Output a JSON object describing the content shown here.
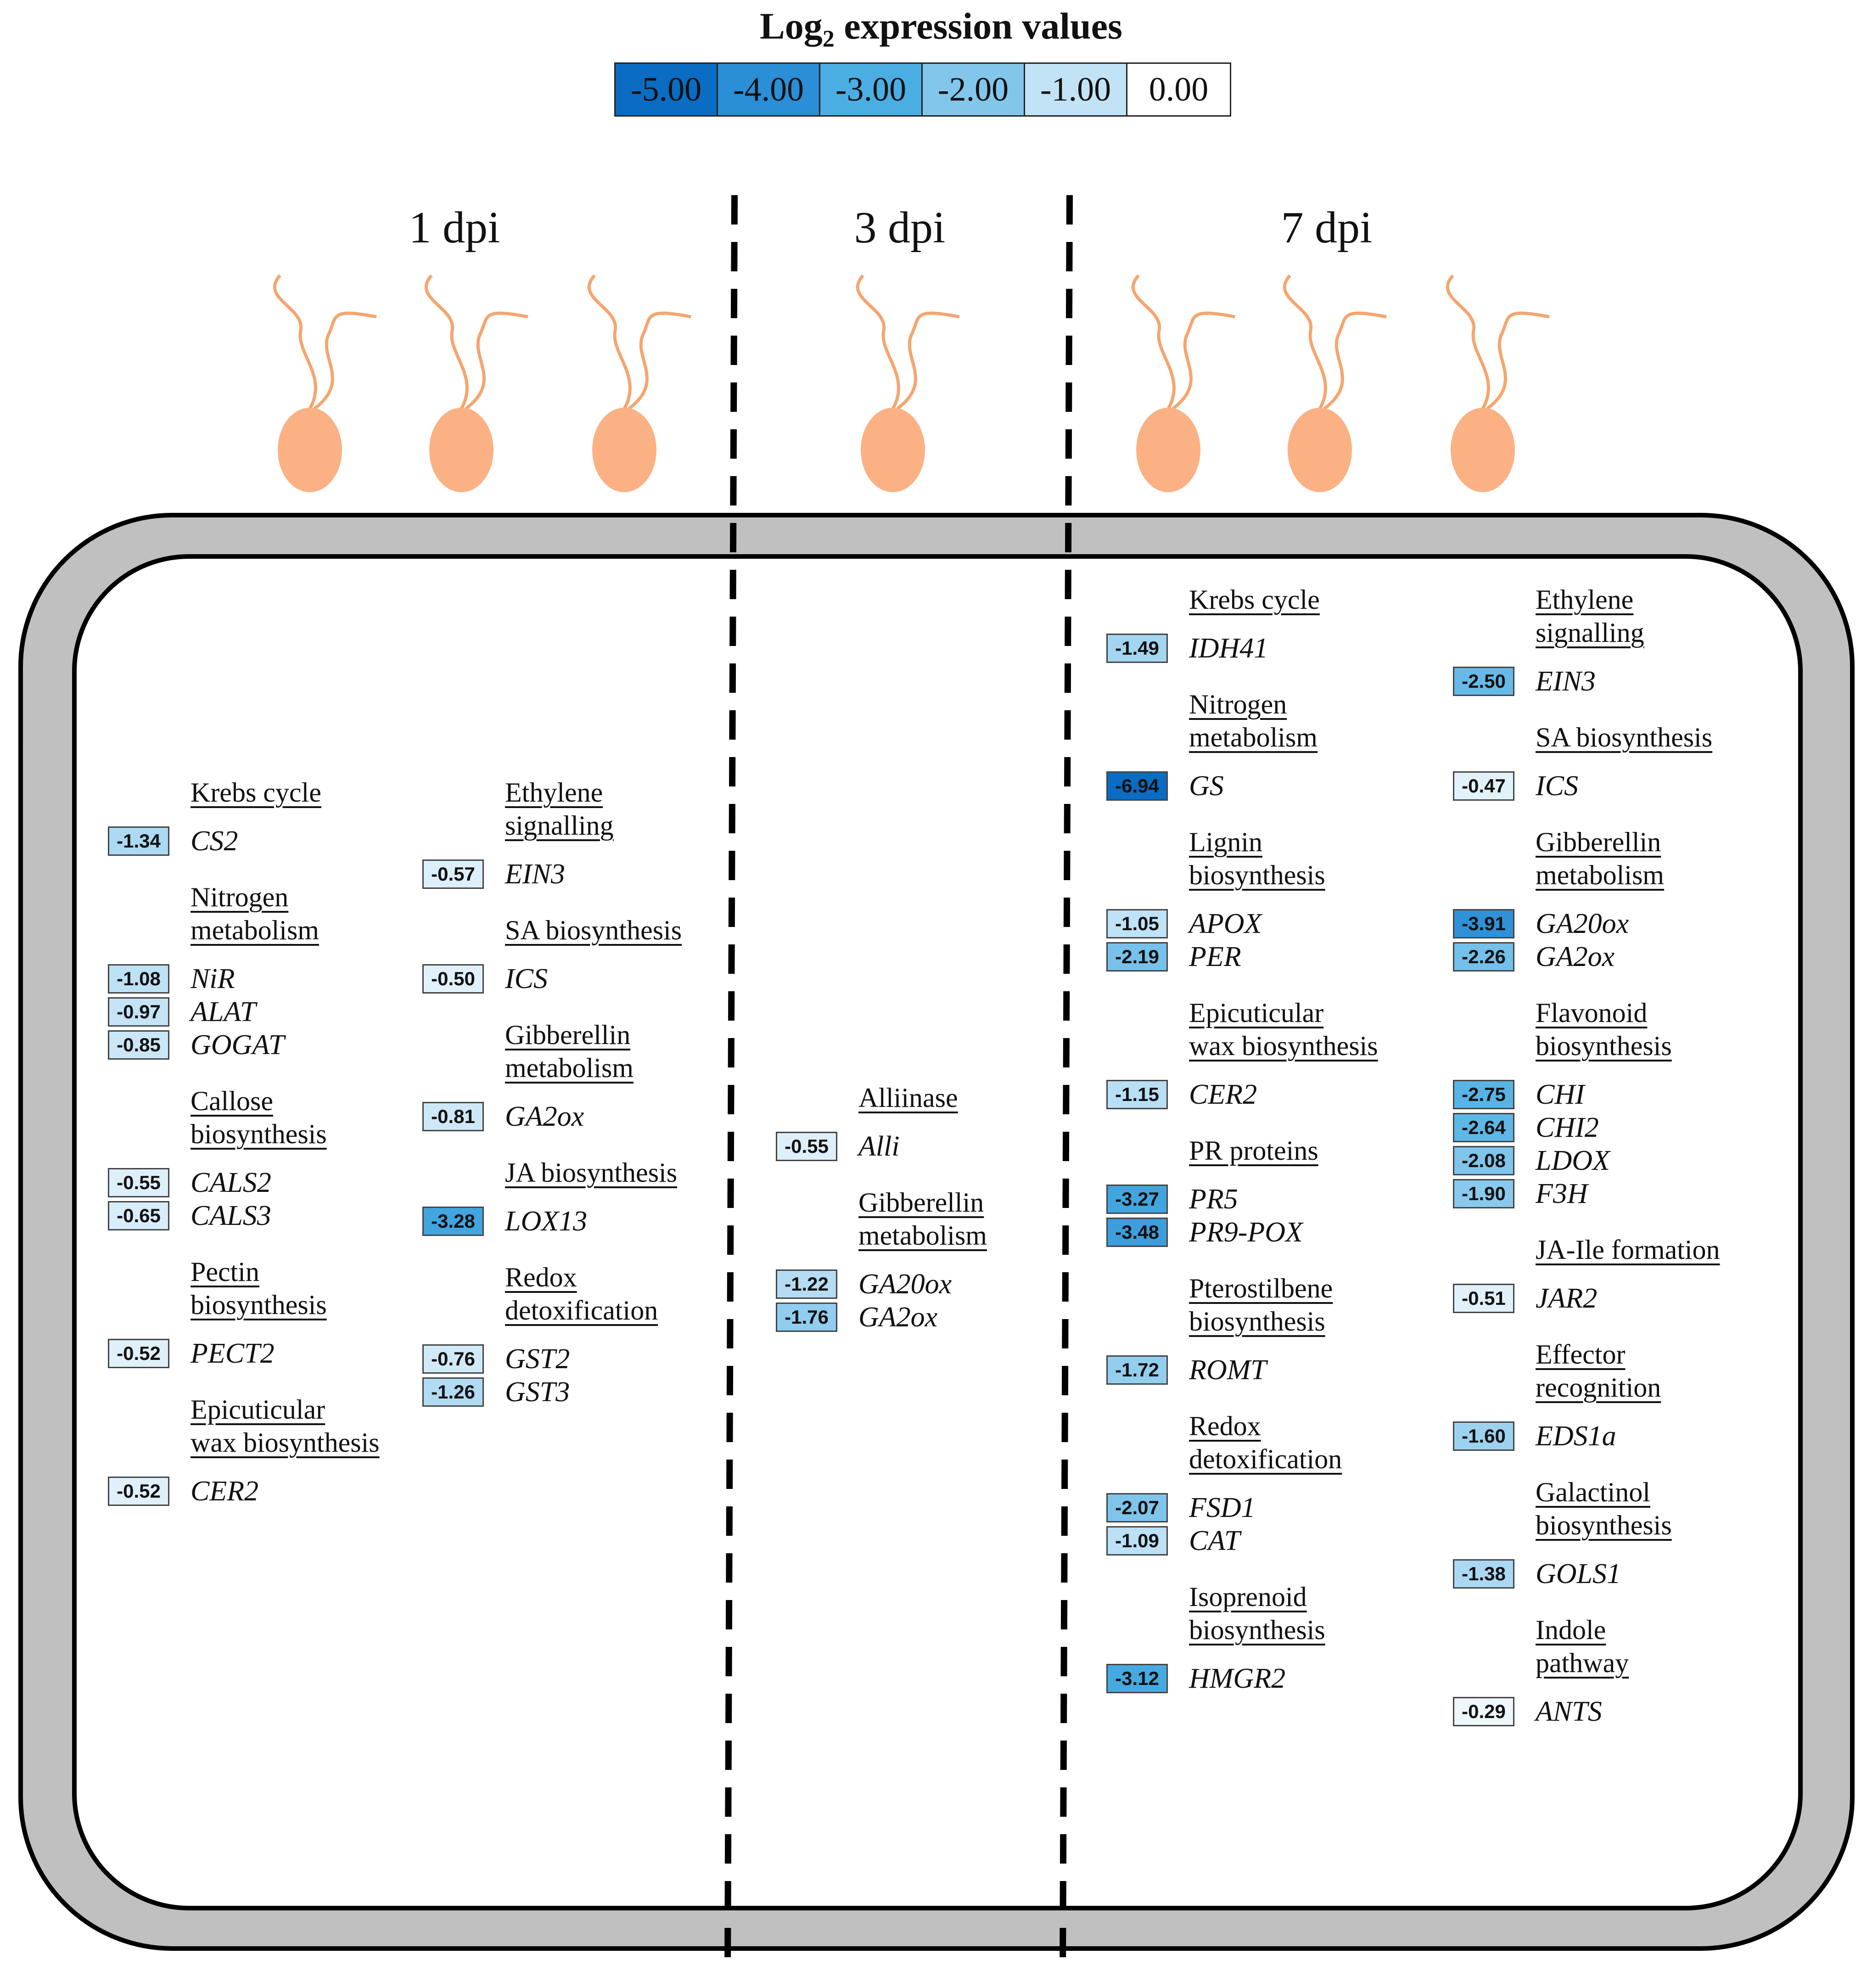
{
  "legend": {
    "title": "Log",
    "title_sub": "2",
    "title_rest": " expression values",
    "scale": [
      {
        "label": "-5.00",
        "value": -5,
        "color": "#0a6cc2"
      },
      {
        "label": "-4.00",
        "value": -4,
        "color": "#2a8fd6"
      },
      {
        "label": "-3.00",
        "value": -3,
        "color": "#4aaee3"
      },
      {
        "label": "-2.00",
        "value": -2,
        "color": "#82c6ec"
      },
      {
        "label": "-1.00",
        "value": -1,
        "color": "#c2e3f6"
      },
      {
        "label": "0.00",
        "value": 0,
        "color": "#ffffff"
      }
    ]
  },
  "colors": {
    "cell_wall": "#c0c0c0",
    "pathogen": "#fbb184",
    "pathogen_flagella": "#f5a56f"
  },
  "timepoints": [
    {
      "label": "1 dpi",
      "pathogens": 3,
      "columns": [
        {
          "groups": [
            {
              "heading": [
                "Krebs cycle"
              ],
              "genes": [
                {
                  "name": "CS2",
                  "value": "-1.34"
                }
              ]
            },
            {
              "heading": [
                "Nitrogen",
                "metabolism"
              ],
              "genes": [
                {
                  "name": "NiR",
                  "value": "-1.08"
                },
                {
                  "name": "ALAT",
                  "value": "-0.97"
                },
                {
                  "name": "GOGAT",
                  "value": "-0.85"
                }
              ]
            },
            {
              "heading": [
                "Callose",
                "biosynthesis"
              ],
              "genes": [
                {
                  "name": "CALS2",
                  "value": "-0.55"
                },
                {
                  "name": "CALS3",
                  "value": "-0.65"
                }
              ]
            },
            {
              "heading": [
                "Pectin",
                "biosynthesis"
              ],
              "genes": [
                {
                  "name": "PECT2",
                  "value": "-0.52"
                }
              ]
            },
            {
              "heading": [
                "Epicuticular",
                "wax biosynthesis"
              ],
              "genes": [
                {
                  "name": "CER2",
                  "value": "-0.52"
                }
              ]
            }
          ]
        },
        {
          "groups": [
            {
              "heading": [
                "Ethylene",
                "signalling"
              ],
              "genes": [
                {
                  "name": "EIN3",
                  "value": "-0.57"
                }
              ]
            },
            {
              "heading": [
                "SA biosynthesis"
              ],
              "genes": [
                {
                  "name": "ICS",
                  "value": "-0.50"
                }
              ]
            },
            {
              "heading": [
                "Gibberellin",
                "metabolism"
              ],
              "genes": [
                {
                  "name": "GA2ox",
                  "value": "-0.81"
                }
              ]
            },
            {
              "heading": [
                "JA biosynthesis"
              ],
              "genes": [
                {
                  "name": "LOX13",
                  "value": "-3.28"
                }
              ]
            },
            {
              "heading": [
                "Redox",
                "detoxification"
              ],
              "genes": [
                {
                  "name": "GST2",
                  "value": "-0.76"
                },
                {
                  "name": "GST3",
                  "value": "-1.26"
                }
              ]
            }
          ]
        }
      ]
    },
    {
      "label": "3 dpi",
      "pathogens": 1,
      "columns": [
        {
          "groups": [
            {
              "heading": [
                "Alliinase"
              ],
              "genes": [
                {
                  "name": "Alli",
                  "value": "-0.55"
                }
              ]
            },
            {
              "heading": [
                "Gibberellin",
                "metabolism"
              ],
              "genes": [
                {
                  "name": "GA20ox",
                  "value": "-1.22"
                },
                {
                  "name": "GA2ox",
                  "value": "-1.76"
                }
              ]
            }
          ]
        }
      ]
    },
    {
      "label": "7 dpi",
      "pathogens": 3,
      "columns": [
        {
          "groups": [
            {
              "heading": [
                "Krebs cycle"
              ],
              "genes": [
                {
                  "name": "IDH41",
                  "value": "-1.49"
                }
              ]
            },
            {
              "heading": [
                "Nitrogen",
                "metabolism"
              ],
              "genes": [
                {
                  "name": "GS",
                  "value": "-6.94"
                }
              ]
            },
            {
              "heading": [
                "Lignin",
                "biosynthesis"
              ],
              "genes": [
                {
                  "name": "APOX",
                  "value": "-1.05"
                },
                {
                  "name": "PER",
                  "value": "-2.19"
                }
              ]
            },
            {
              "heading": [
                "Epicuticular",
                "wax biosynthesis"
              ],
              "genes": [
                {
                  "name": "CER2",
                  "value": "-1.15"
                }
              ]
            },
            {
              "heading": [
                "PR proteins"
              ],
              "genes": [
                {
                  "name": "PR5",
                  "value": "-3.27"
                },
                {
                  "name": "PR9-POX",
                  "value": "-3.48"
                }
              ]
            },
            {
              "heading": [
                "Pterostilbene",
                "biosynthesis"
              ],
              "genes": [
                {
                  "name": "ROMT",
                  "value": "-1.72"
                }
              ]
            },
            {
              "heading": [
                "Redox",
                "detoxification"
              ],
              "genes": [
                {
                  "name": "FSD1",
                  "value": "-2.07"
                },
                {
                  "name": "CAT",
                  "value": "-1.09"
                }
              ]
            },
            {
              "heading": [
                "Isoprenoid",
                "biosynthesis"
              ],
              "genes": [
                {
                  "name": "HMGR2",
                  "value": "-3.12"
                }
              ]
            }
          ]
        },
        {
          "groups": [
            {
              "heading": [
                "Ethylene",
                "signalling"
              ],
              "genes": [
                {
                  "name": "EIN3",
                  "value": "-2.50"
                }
              ]
            },
            {
              "heading": [
                "SA biosynthesis"
              ],
              "genes": [
                {
                  "name": "ICS",
                  "value": "-0.47"
                }
              ]
            },
            {
              "heading": [
                "Gibberellin",
                "metabolism"
              ],
              "genes": [
                {
                  "name": "GA20ox",
                  "value": "-3.91"
                },
                {
                  "name": "GA2ox",
                  "value": "-2.26"
                }
              ]
            },
            {
              "heading": [
                "Flavonoid",
                "biosynthesis"
              ],
              "genes": [
                {
                  "name": "CHI",
                  "value": "-2.75"
                },
                {
                  "name": "CHI2",
                  "value": "-2.64"
                },
                {
                  "name": "LDOX",
                  "value": "-2.08"
                },
                {
                  "name": "F3H",
                  "value": "-1.90"
                }
              ]
            },
            {
              "heading": [
                "JA-Ile formation"
              ],
              "genes": [
                {
                  "name": "JAR2",
                  "value": "-0.51"
                }
              ]
            },
            {
              "heading": [
                "Effector",
                "recognition"
              ],
              "genes": [
                {
                  "name": "EDS1a",
                  "value": "-1.60"
                }
              ]
            },
            {
              "heading": [
                "Galactinol",
                "biosynthesis"
              ],
              "genes": [
                {
                  "name": "GOLS1",
                  "value": "-1.38"
                }
              ]
            },
            {
              "heading": [
                "Indole",
                "pathway"
              ],
              "genes": [
                {
                  "name": "ANTS",
                  "value": "-0.29"
                }
              ]
            }
          ]
        }
      ]
    }
  ]
}
